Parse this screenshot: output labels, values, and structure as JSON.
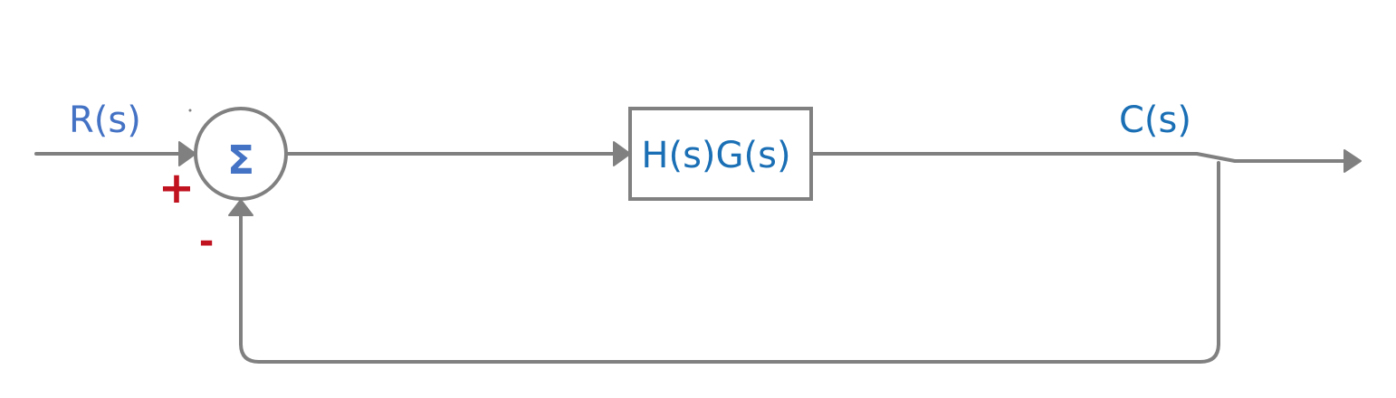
{
  "diagram": {
    "input_label": "R(s)",
    "output_label": "C(s)",
    "summing_symbol": "Σ",
    "block_label": "H(s)G(s)",
    "plus_sign": "+",
    "minus_sign": "-"
  },
  "colors": {
    "line": "#808080",
    "input_text": "#4472c4",
    "output_text": "#1a6fb5",
    "sign": "#c0121f",
    "sigma": "#4472c4"
  }
}
